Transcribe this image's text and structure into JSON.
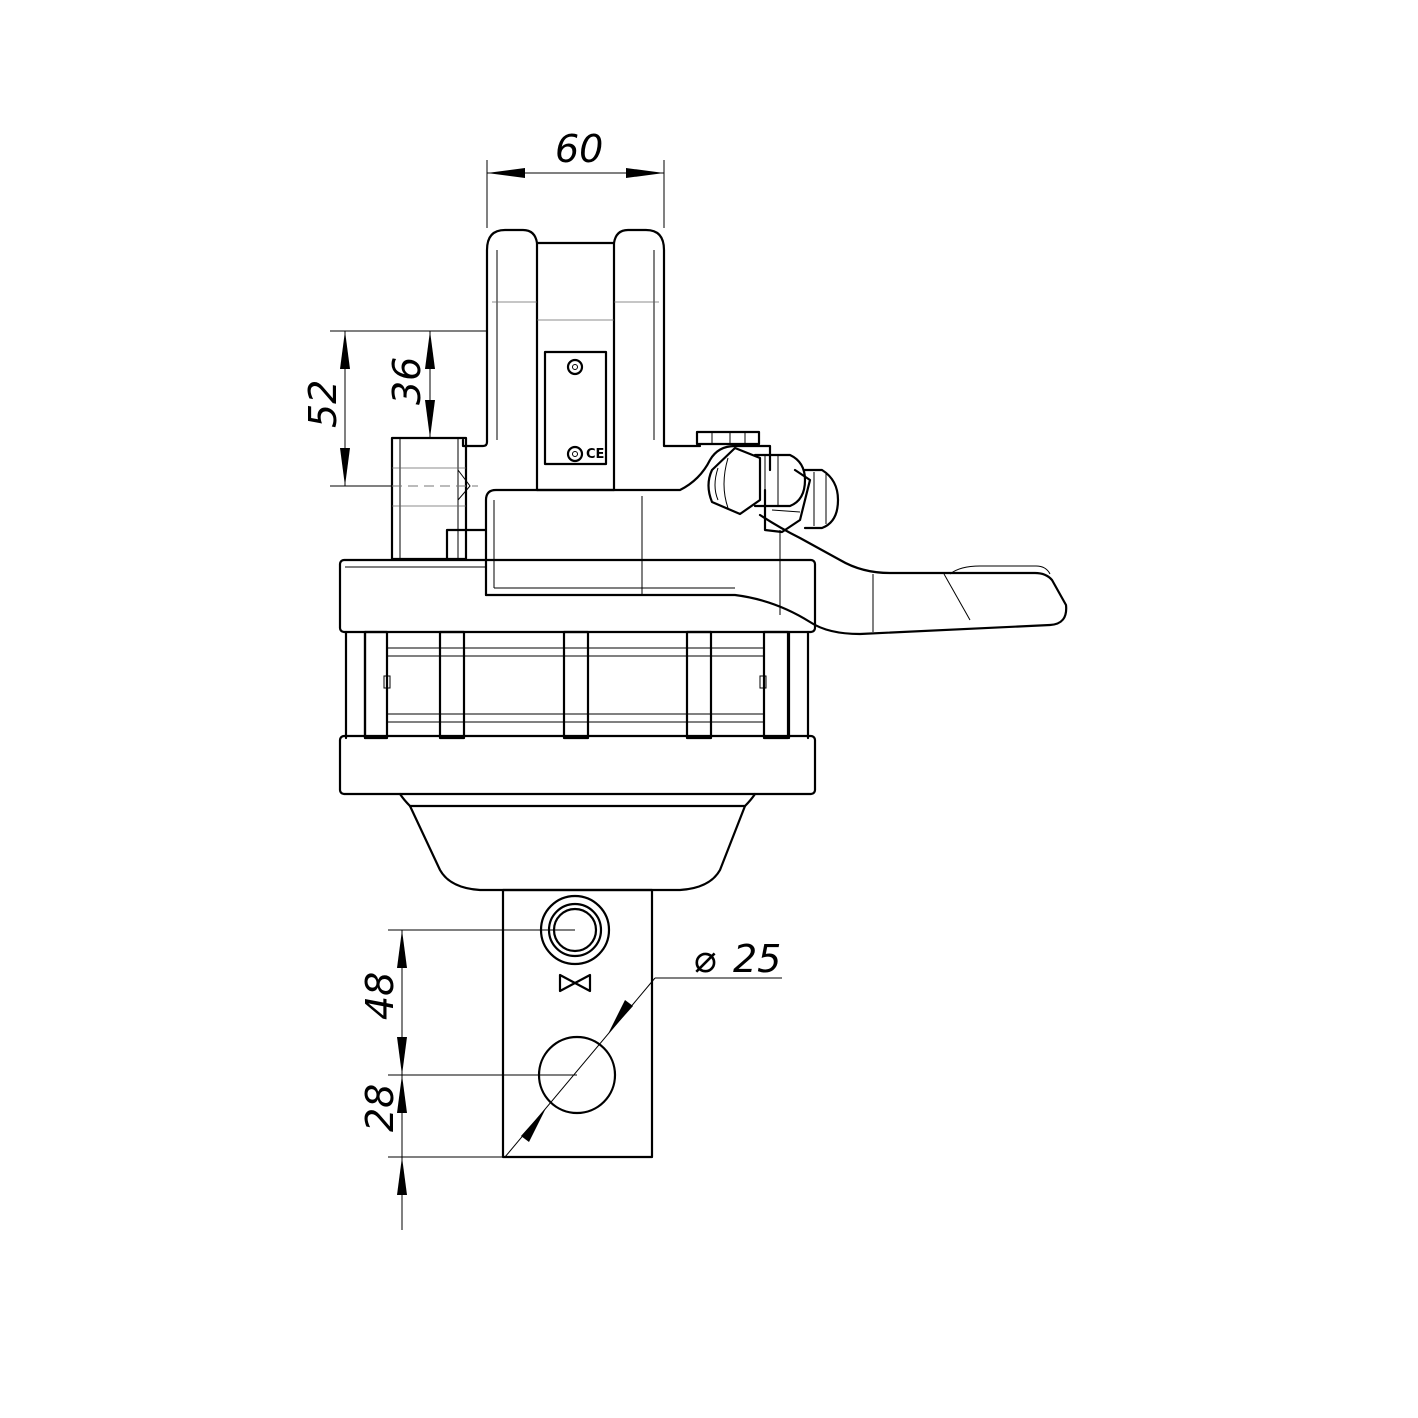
{
  "dimensions": {
    "width_top": "60",
    "height_left_outer": "52",
    "height_left_inner": "36",
    "shaft_upper": "48",
    "shaft_lower": "28",
    "hole_diameter_symbol": "⌀",
    "hole_diameter_value": "25"
  },
  "marks": {
    "ce_mark": "CE",
    "valve_symbol": "⋈"
  },
  "icons": {
    "valve": "bowtie-valve-icon",
    "ce": "ce-mark-icon"
  },
  "colors": {
    "line": "#000000",
    "background": "#ffffff"
  }
}
